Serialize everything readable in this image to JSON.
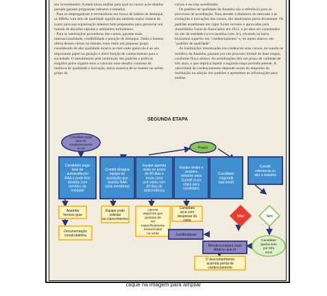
{
  "article": {
    "left_paragraphs": [
      "seu investimento. A meticulosa análise pela qual os cursos acre-ditados passam garante programas robustos e testados.",
      "- Para os empregadores e recrutadores em busca de líderes de destaque, os MBAs com selo de qualidade significam também maior chance de trazer para sua organização talentos bem preparados para gerenciar um mundo de decisões rápidas e ambientes turbulentos.",
      "- Para as instituições provedoras dos cursos, garante mais internacionalidade, credibilidade e posição de destaque. Dada a imensa oferta desses cursos no mundo, estar entre um pequeno grupo considerado de alta qualidade mostra ao mer-cado quem ela é ao seu importante papel na geração e distri-buição de conhecimento para a sociedade. O atendimento pela instituição dos padrões e práticas exigidos pelos organis-mos a colocam num desafio contínuo de melhora de qualidade e inovação, única maneira de se manter no seleto grupo de"
    ],
    "right_paragraphs": [
      "cursos e escolas acreditados.",
      "Os padrões de qualidade da Anamba são a referência para os processos de acreditação. Para atender à dinâmica do mercado e às evoluções e inovações dos cursos, são atualizados perio-dicamente. Os padrões atualmente em vigor foram revistos e aprovados pela Assembleia Geral de Associados em 2011, e po-dem ser consultados no site da entidade (www.anamba.com. br), clicando na barra horizontal superior em \"credenciamento\" e, no menu abaixo, em \"padrões de qualidade\".",
      "As instituições interessadas em credenciar seus cursos, tor-nando-se membro da Anamba, passam por um processo formal de duas etapas, conforme fluxo abaixo. As acreditações têm um prazo de validade de três anos, o que implica repetir a segunda etapa periodicamente. A velocidade de credenciamento depende muito do empenho da instituição na adoção dos padrões e apresentar as informações para análise."
    ]
  },
  "section_title": "SEGUNDA ETAPA",
  "flow": {
    "start": "Candidato paga taxa de credencia-mento anual",
    "prazo": "Prazo",
    "step1": "Candidato paga taxa de autoavaliação RAA e pode tirar dúvidas com membro da entidade",
    "step2": "Comitê designa equipe de avaliação que analisa RAA (dois membros)",
    "step3": "Equipe agenda visita no prazo de 60 dias e envia carta pré-visita com 30 dias de antecedência",
    "step4": "Equipe avalia e prepara relatório para Comitê (com cópia para candidato)",
    "step5": "Candidato responde (opcional)",
    "step6": "Comitê referencia ou não o relatório",
    "anamba_guia": "Anamba fornece guia",
    "documentacao": "Documentação comprobatória",
    "esclarecimentos": "Equipe pode solicitar es-clarecimentos",
    "aspectos": "Aponta aspectos que gostaria de ver especificamente esclarecidos na visita",
    "despesas": "Candidato arca com despesas da visita",
    "nao": "Não",
    "sim": "Sim",
    "justificativas": "Justificativas",
    "selo": "Candidato ganha selo por três anos",
    "membro": "Membro prepara mais RAA no ano III",
    "descumprimento": "O descumprimento acarreta perda de credenciamento"
  },
  "caption": "clique na imagem para ampliar",
  "colors": {
    "blue": "#3f8fd0",
    "yellow": "#f7b72d",
    "green": "#8dc35d",
    "purple": "#8d87c4",
    "red": "#e53e30",
    "navy": "#27367a",
    "paper": "#f2ecdf"
  }
}
